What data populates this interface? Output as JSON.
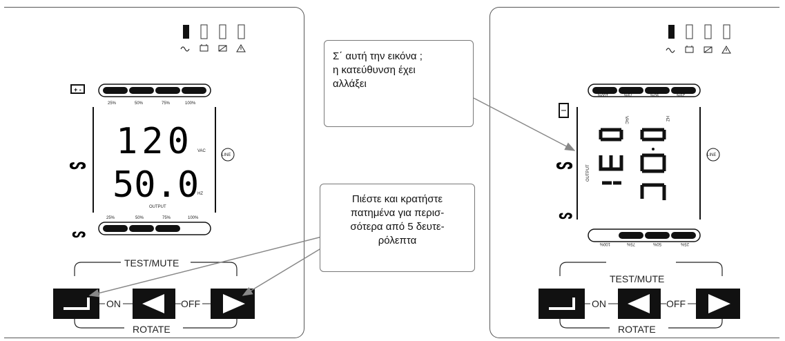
{
  "callouts": {
    "rotate_note": [
      "Σ΄ αυτή την εικόνα ;",
      "η κατεύθυνση έχει",
      "αλλάξει"
    ],
    "hold_note": [
      "Πιέστε και κρατήστε",
      "πατημένα για περισ-",
      "σότερα από 5 δευτε-",
      "ρόλεπτα"
    ]
  },
  "left_panel": {
    "display_value_1": "120",
    "display_value_2": "50.0",
    "unit_voltage": "VAC",
    "unit_frequency": "HZ",
    "output_label": "OUTPUT",
    "line_label": "LINE",
    "top_bar_percent_labels": [
      "25%",
      "50%",
      "75%",
      "100%"
    ],
    "bottom_bar_percent_labels": [
      "25%",
      "50%",
      "75%",
      "100%"
    ],
    "battery_level_segments": 4,
    "load_level_segments": 3
  },
  "right_panel": {
    "output_label": "OUTPUT",
    "unit_voltage": "VAC",
    "unit_frequency": "HZ",
    "line_label": "LINE",
    "top_bar_percent_labels": [
      "100%",
      "75%",
      "50%",
      "25%"
    ],
    "bottom_bar_percent_labels": [
      "100%",
      "75%",
      "50%",
      "25%"
    ]
  },
  "buttons": {
    "test_mute_label": "TEST/MUTE",
    "rotate_label": "ROTATE",
    "on_label": "ON",
    "off_label": "OFF"
  },
  "status_icons": [
    "ac-line-icon",
    "battery-icon",
    "bypass-icon",
    "warning-icon"
  ]
}
